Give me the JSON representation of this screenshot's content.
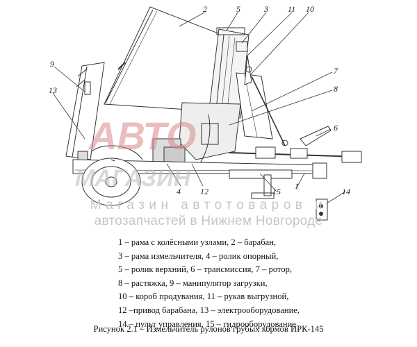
{
  "callouts": [
    "2",
    "5",
    "3",
    "11",
    "10",
    "9",
    "7",
    "13",
    "8",
    "6",
    "4",
    "12",
    "15",
    "1",
    "14"
  ],
  "watermark": {
    "logo_text": "АВТО",
    "logo_subtext": "МАГАЗИН",
    "line1": "Магазин автотоваров и",
    "line2": "автозапчастей в Нижнем Новгороде"
  },
  "legend": [
    "1 – рама с колёсными узлами, 2 – барабан,",
    "3 – рама измельчителя, 4 – ролик опорный,",
    "5 – ролик верхний, 6 – трансмиссия, 7 – ротор,",
    "8 – растяжка, 9 – манипулятор загрузки,",
    "10 – короб продувания, 11 – рукав выгрузной,",
    "12 –привод барабана, 13 – электрооборудование,",
    "14 – пульт управления, 15 – гидрооборудование"
  ],
  "caption": "Рисунок 2.1 – Измельчитель рулонов грубых кормов ИРК-145",
  "colors": {
    "watermark_red": "#d98a8a",
    "watermark_gray": "#c6c6c6",
    "line": "#333333"
  }
}
